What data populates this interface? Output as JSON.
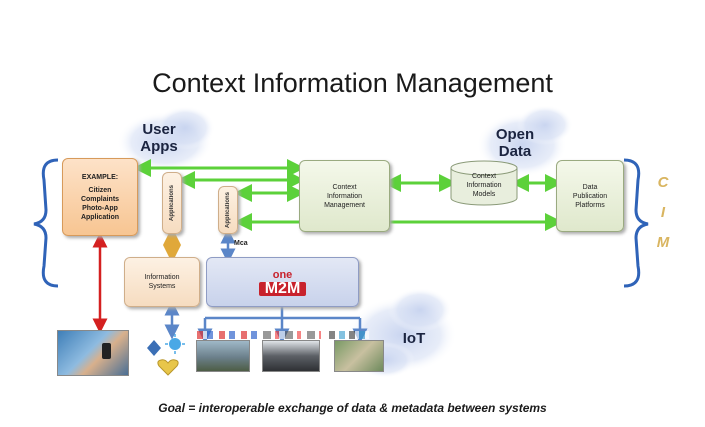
{
  "title": "Context Information Management",
  "clouds": {
    "user_apps": [
      "User",
      "Apps"
    ],
    "open_data": [
      "Open",
      "Data"
    ],
    "iot": "IoT"
  },
  "boxes": {
    "example_app": [
      "EXAMPLE:",
      "Citizen",
      "Complaints",
      "Photo-App",
      "Application"
    ],
    "applications_1": "Applications",
    "applications_2": "Applications",
    "cim_box": [
      "Context",
      "Information",
      "Management"
    ],
    "context_models": [
      "Context",
      "Information",
      "Models"
    ],
    "data_platforms": [
      "Data",
      "Publication",
      "Platforms"
    ],
    "info_systems": [
      "Information",
      "Systems"
    ],
    "onem2m": {
      "top": "one",
      "bottom": "M2M"
    },
    "mca": "Mca"
  },
  "cim_letters": [
    "C",
    "I",
    "M"
  ],
  "goal": "Goal = interoperable exchange of data & metadata between systems",
  "colors": {
    "green_arrow": "#5cd13a",
    "red_arrow": "#d42020",
    "orange_arrow": "#e0a83a",
    "blue_arrow": "#5b86c8",
    "cloud": "#c7d3ef",
    "bracket": "#2f63b8"
  }
}
